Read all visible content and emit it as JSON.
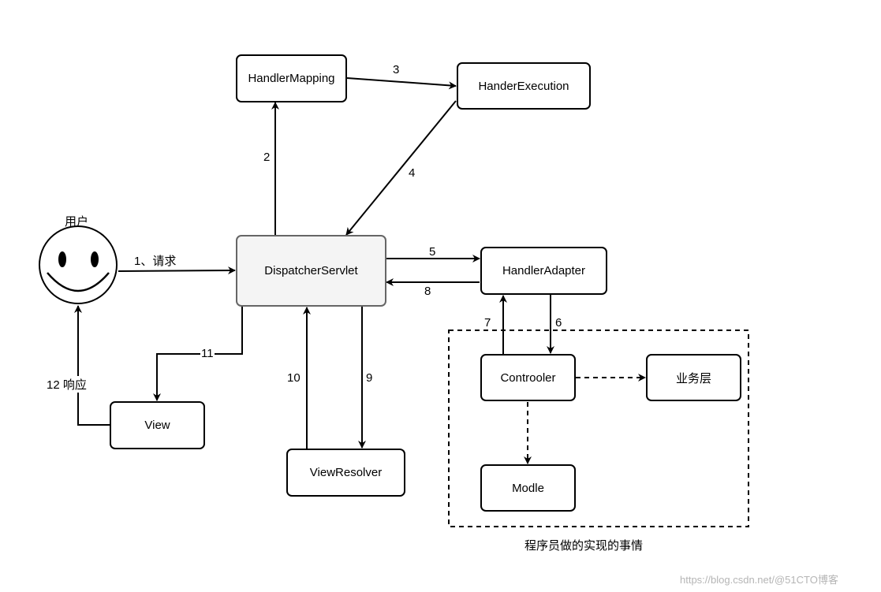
{
  "nodes": {
    "handler_mapping": "HandlerMapping",
    "handler_execution": "HanderExecution",
    "dispatcher_servlet": "DispatcherServlet",
    "handler_adapter": "HandlerAdapter",
    "controller": "Controoler",
    "business_layer": "业务层",
    "model": "Modle",
    "view": "View",
    "view_resolver": "ViewResolver"
  },
  "user_label": "用户",
  "edges": {
    "e1": "1、请求",
    "e2": "2",
    "e3": "3",
    "e4": "4",
    "e5": "5",
    "e6": "6",
    "e7": "7",
    "e8": "8",
    "e9": "9",
    "e10": "10",
    "e11": "11",
    "e12": "12 响应"
  },
  "group_caption": "程序员做的实现的事情",
  "watermark": "https://blog.csdn.net/@51CTO博客"
}
